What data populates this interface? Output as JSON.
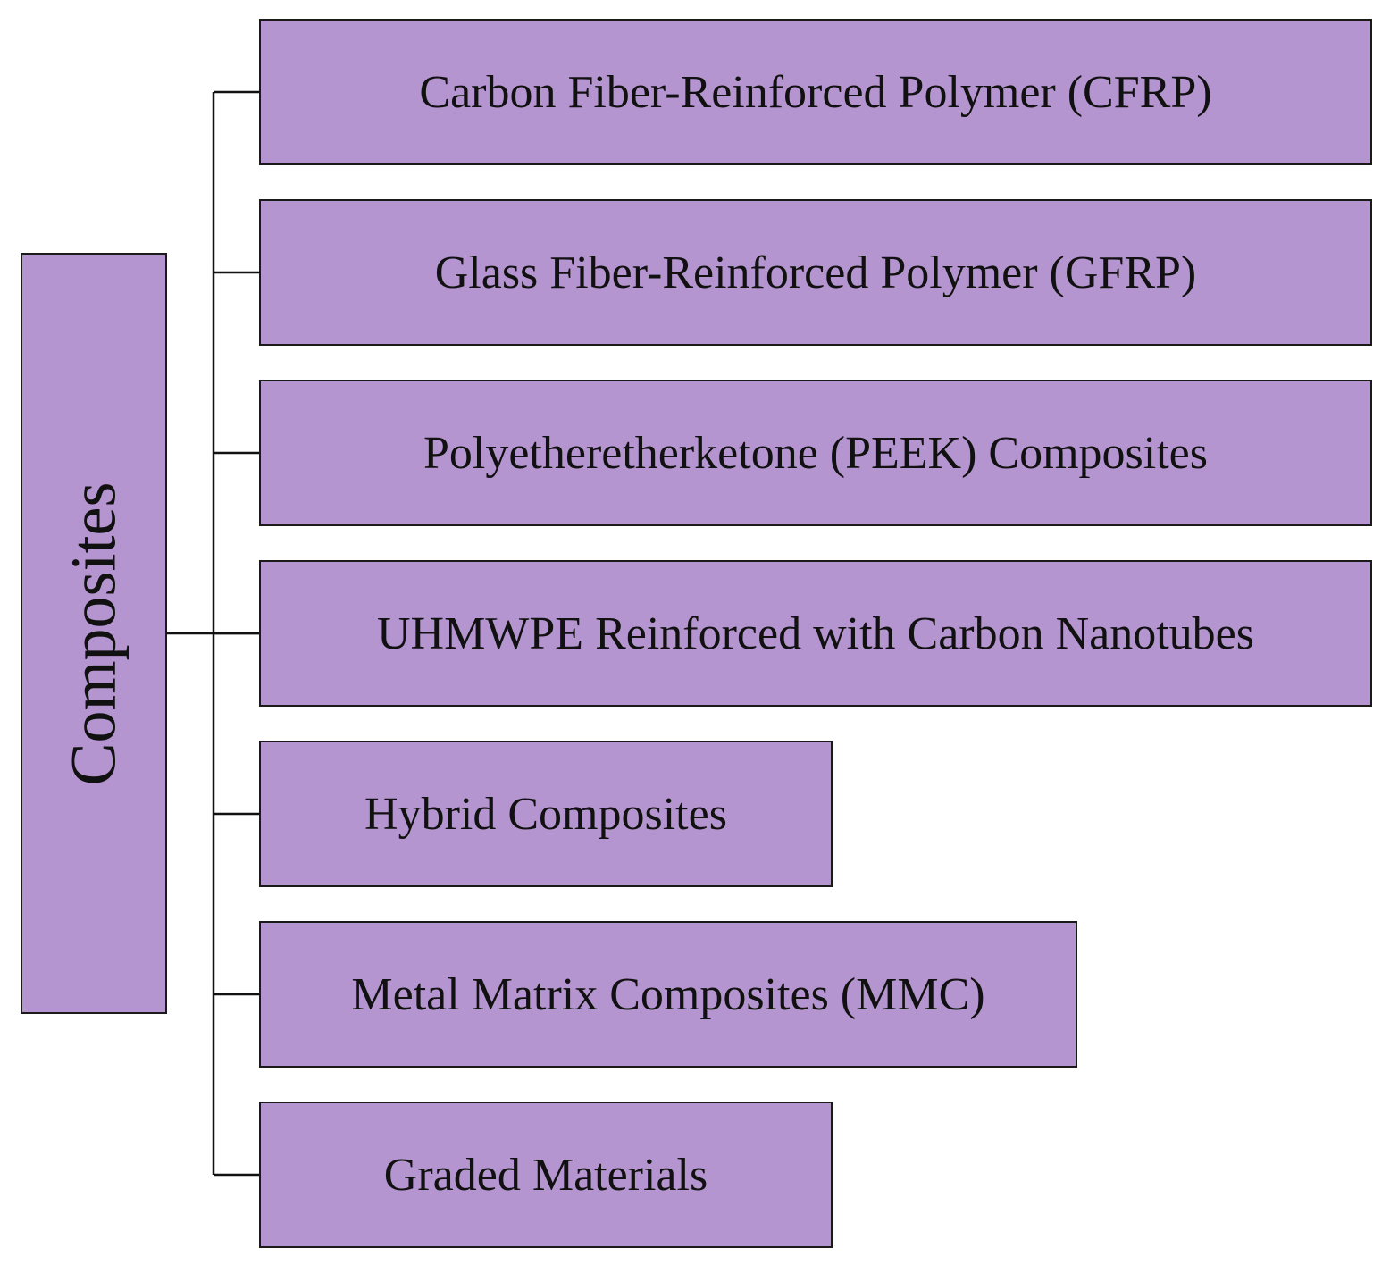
{
  "root": {
    "label": "Composites"
  },
  "children": [
    {
      "label": "Carbon Fiber-Reinforced Polymer (CFRP)"
    },
    {
      "label": "Glass Fiber-Reinforced Polymer (GFRP)"
    },
    {
      "label": "Polyetheretherketone (PEEK) Composites"
    },
    {
      "label": "UHMWPE Reinforced with Carbon Nanotubes"
    },
    {
      "label": "Hybrid Composites"
    },
    {
      "label": "Metal Matrix Composites (MMC)"
    },
    {
      "label": "Graded Materials"
    }
  ],
  "colors": {
    "box_fill": "#b595cf",
    "border": "#1a1a1a",
    "text": "#111111"
  }
}
